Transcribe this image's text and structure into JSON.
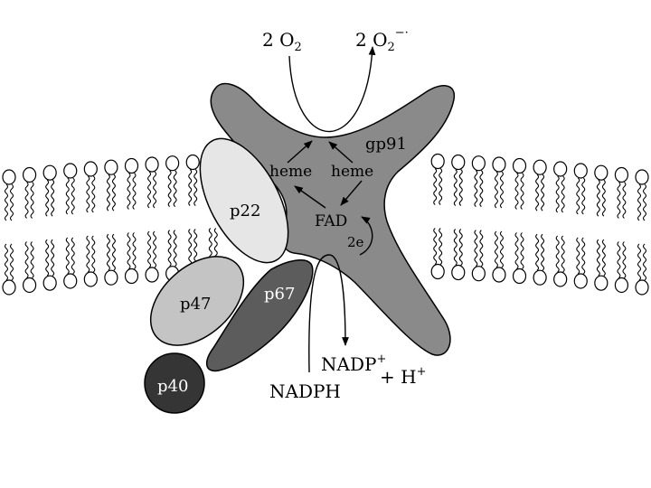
{
  "reactants": {
    "o2_left": {
      "coef": "2 O",
      "sub": "2"
    },
    "o2_right": {
      "coef": "2 O",
      "sub": "2",
      "sup": "−·"
    }
  },
  "proteins": {
    "gp91": "gp91",
    "p22": "p22",
    "p47": "p47",
    "p67": "p67",
    "p40": "p40"
  },
  "cofactors": {
    "heme_left": "heme",
    "heme_right": "heme",
    "fad": "FAD",
    "electrons": "2e"
  },
  "substrates": {
    "nadph": "NADPH",
    "nadp_main": "NADP",
    "nadp_sup": "+",
    "proton_main": "+ H",
    "proton_sup": "+"
  },
  "colors": {
    "gp91": "#8a8a8a",
    "p22": "#e6e6e6",
    "p47": "#c4c4c4",
    "p67": "#5c5c5c",
    "p40": "#353535",
    "membrane_head": "#ffffff",
    "outline": "#000000"
  }
}
